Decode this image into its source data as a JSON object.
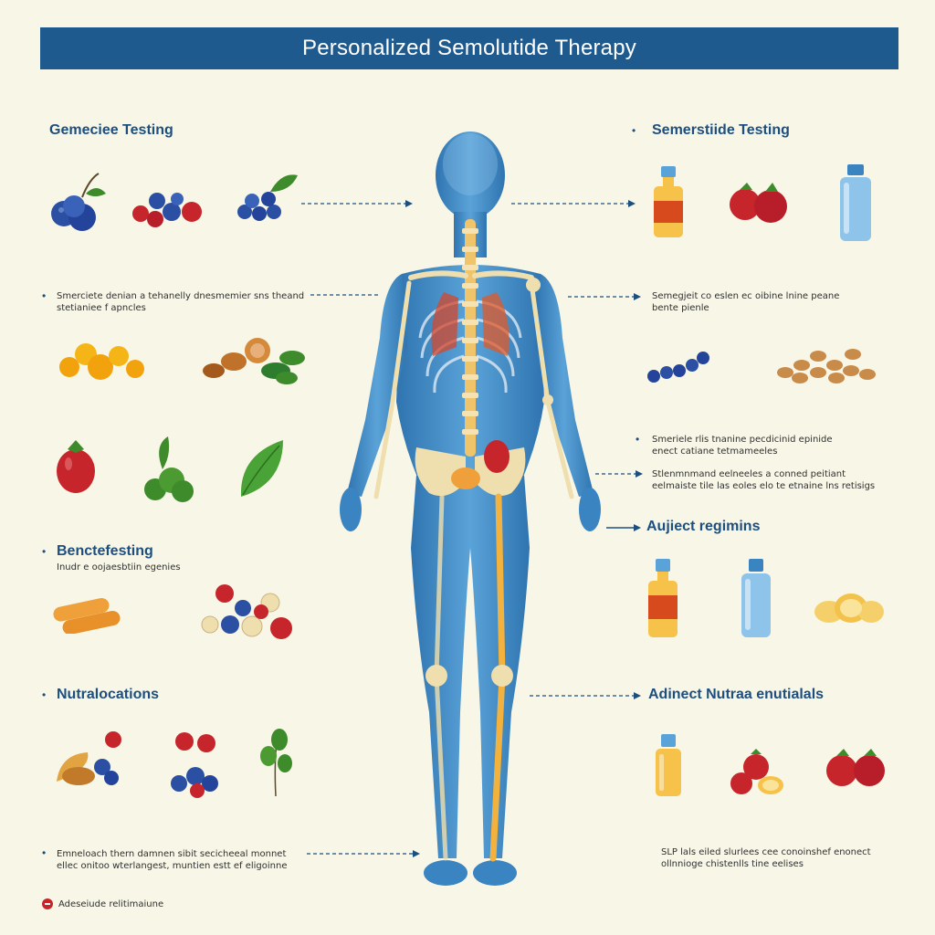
{
  "title": "Personalized Semolutide Therapy",
  "left": {
    "section1": {
      "heading": "Gemeciee Testing"
    },
    "note1": {
      "line1": "Smerciete denian a tehanelly dnesmemier sns theand",
      "line2": "stetianiee f apncles"
    },
    "section2": {
      "heading": "Benctefesting",
      "sub": "Inudr e oojaesbtiin egenies"
    },
    "section3": {
      "heading": "Nutralocations"
    },
    "note2": {
      "line1": "Emneloach thern damnen sibit secicheeal monnet",
      "line2": "ellec onitoo wterlangest, muntien estt ef eligoinne"
    }
  },
  "right": {
    "section1": {
      "heading": "Semerstiide Testing"
    },
    "note1": {
      "line1": "Semegjeit co eslen ec oibine lnine peane",
      "line2": "bente pienle"
    },
    "note2": {
      "line1": "Smeriele rlis tnanine pecdicinid epinide",
      "line2": "enect catiane tetmameeles"
    },
    "note3": {
      "line1": "Stlenmnmand eelneeles a conned peitiant",
      "line2": "eelmaiste tile las eoles elo te etnaine lns retisigs"
    },
    "section2": {
      "heading": "Aujiect regimins"
    },
    "section3": {
      "heading": "Adinect Nutraa enutialals"
    },
    "note4": {
      "line1": "SLP lals eiled slurlees cee conoinshef enonect",
      "line2": "ollnnioge chistenlls tine eelises"
    }
  },
  "footer": {
    "text": "Adeseiude relitimaiune"
  },
  "colors": {
    "banner": "#1f5a8e",
    "heading": "#1c4f80",
    "background": "#f8f6e6",
    "body": "#3e86c2",
    "bone": "#f0dfae"
  }
}
